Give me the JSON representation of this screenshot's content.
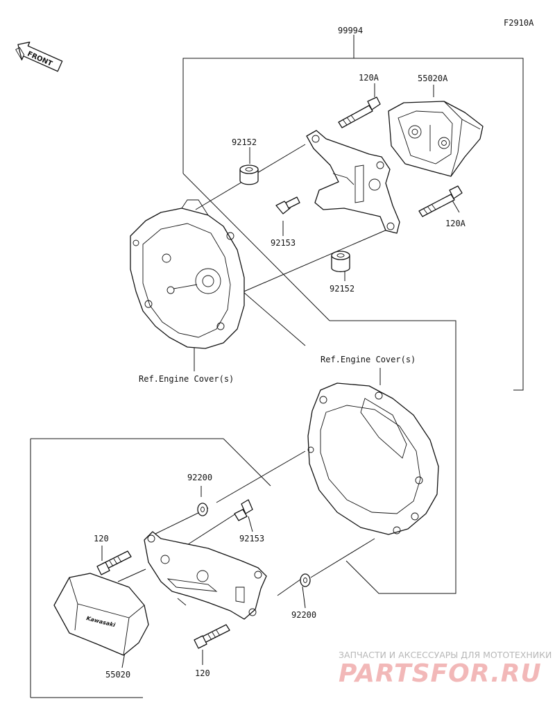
{
  "figure_code": "F2910A",
  "front_badge": "FRONT",
  "callouts": {
    "kit": "99994",
    "bolt_top_upper": "120A",
    "slider_upper": "55020A",
    "collar_upper": "92152",
    "bolt_top_lower": "120A",
    "screw_upper": "92153",
    "collar_lower": "92152",
    "ref_cover_left": "Ref.Engine Cover(s)",
    "ref_cover_right": "Ref.Engine Cover(s)",
    "washer_upper": "92200",
    "screw_lower": "92153",
    "bolt_left": "120",
    "washer_lower": "92200",
    "slider_lower": "55020",
    "bolt_bottom": "120"
  },
  "logo_text": "Kawasaki",
  "watermark": {
    "caption": "ЗАПЧАСТИ И АКСЕССУАРЫ ДЛЯ МОТОТЕХНИКИ",
    "brand": "PARTSFOR.RU"
  }
}
